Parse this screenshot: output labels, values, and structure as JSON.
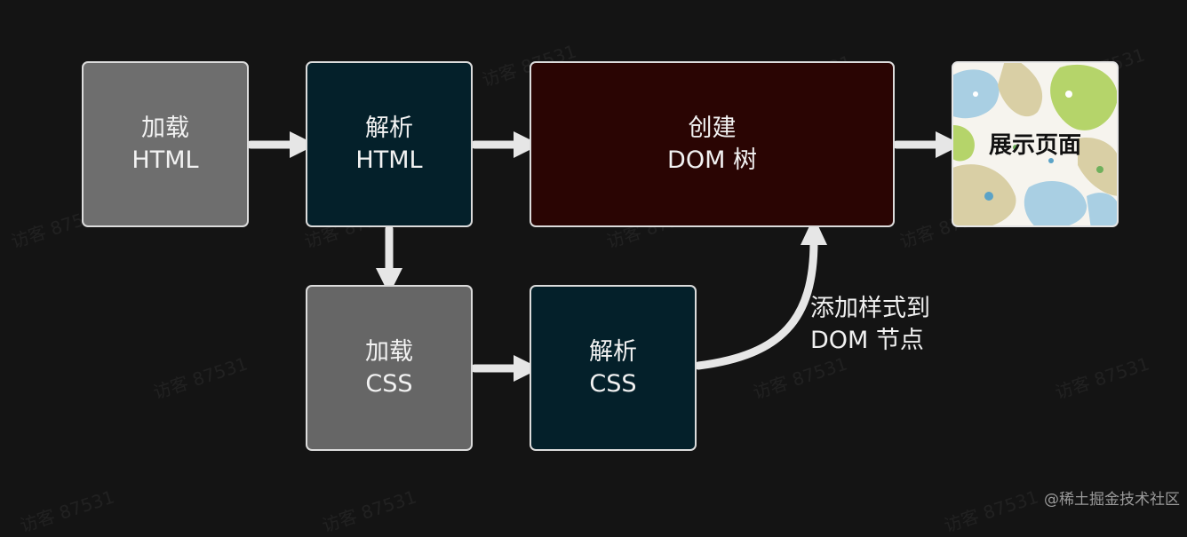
{
  "nodes": {
    "load_html": {
      "line1": "加载",
      "line2": "HTML"
    },
    "parse_html": {
      "line1": "解析",
      "line2": "HTML"
    },
    "create_dom": {
      "line1": "创建",
      "line2": "DOM 树"
    },
    "display_page": {
      "label": "展示页面"
    },
    "load_css": {
      "line1": "加载",
      "line2": "CSS"
    },
    "parse_css": {
      "line1": "解析",
      "line2": "CSS"
    }
  },
  "edge_labels": {
    "add_style": {
      "line1": "添加样式到",
      "line2": "DOM 节点"
    }
  },
  "watermark": "访客 87531",
  "footer": "@稀土掘金技术社区",
  "colors": {
    "background": "#141414",
    "gray_box": "#6e6e6e",
    "teal_box": "#04202a",
    "maroon_box": "#2a0503",
    "arrow": "#e6e6e6"
  }
}
